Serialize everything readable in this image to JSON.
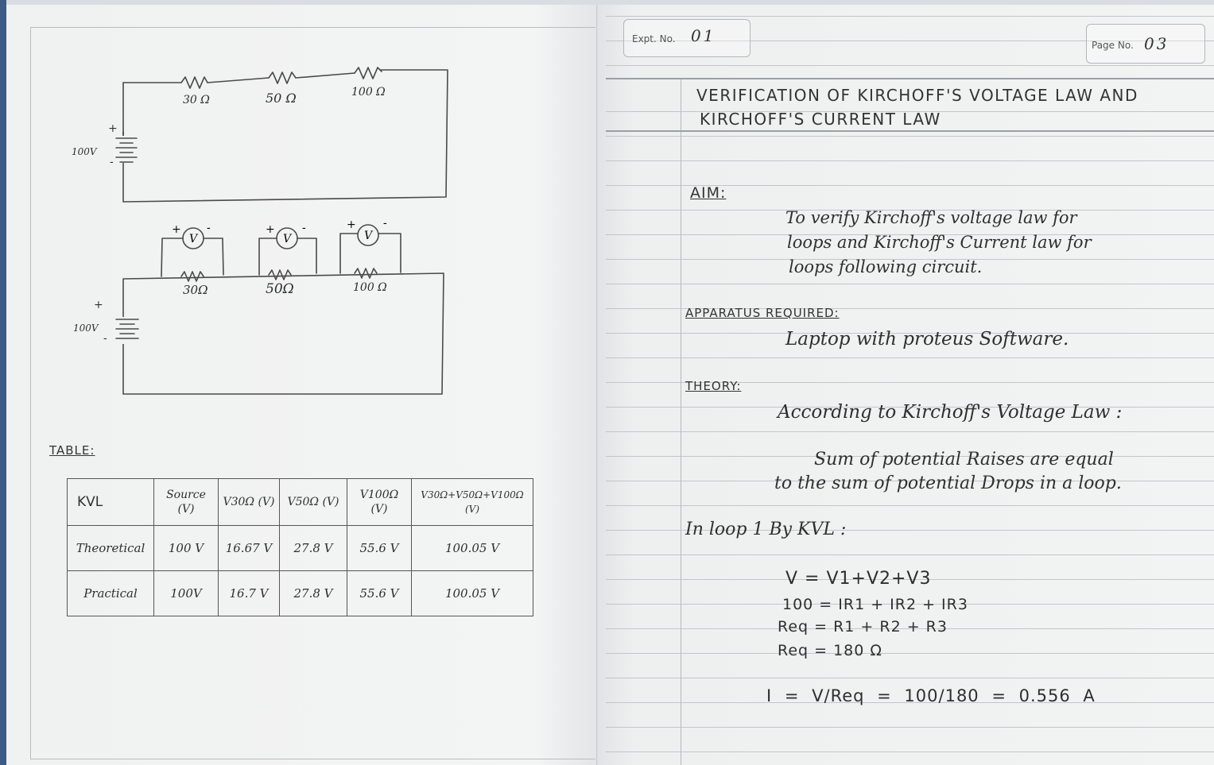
{
  "circuit1": {
    "resistors": [
      "30 Ω",
      "50 Ω",
      "100 Ω"
    ],
    "source": "100V",
    "plus": "+",
    "minus": "-"
  },
  "circuit2": {
    "resistors": [
      "30Ω",
      "50Ω",
      "100 Ω"
    ],
    "source": "100V",
    "plus": "+",
    "minus": "-",
    "meter_symbol": "V",
    "meter_plus": "+",
    "meter_minus": "-"
  },
  "table": {
    "title": "TABLE:",
    "headers": [
      "KVL",
      "Source (V)",
      "V30Ω (V)",
      "V50Ω (V)",
      "V100Ω (V)",
      "V30Ω+V50Ω+V100Ω (V)"
    ],
    "rows": [
      [
        "Theoretical",
        "100 V",
        "16.67 V",
        "27.8 V",
        "55.6 V",
        "100.05 V"
      ],
      [
        "Practical",
        "100V",
        "16.7 V",
        "27.8 V",
        "55.6 V",
        "100.05 V"
      ]
    ]
  },
  "header": {
    "expt_label": "Expt. No.",
    "expt_no": "01",
    "page_label": "Page No.",
    "page_no": "03"
  },
  "title": {
    "line1": "VERIFICATION OF KIRCHOFF'S VOLTAGE LAW AND",
    "line2": "KIRCHOFF'S CURRENT LAW"
  },
  "aim": {
    "heading": "AIM:",
    "lines": [
      "To verify Kirchoff's voltage law for",
      "loops and Kirchoff's Current law for",
      "loops following circuit."
    ]
  },
  "apparatus": {
    "heading": "APPARATUS REQUIRED:",
    "text": "Laptop with proteus Software."
  },
  "theory": {
    "heading": "THEORY:",
    "intro": "According to Kirchoff's Voltage Law :",
    "lines": [
      "Sum of potential Raises are equal",
      "to the sum of potential Drops in a loop."
    ]
  },
  "loop": {
    "heading": "In loop 1 By KVL :",
    "equations": [
      "V = V1+V2+V3",
      "100 = IR1 + IR2 + IR3",
      "Req = R1 + R2 + R3",
      "Req = 180 Ω"
    ],
    "current": "I = V/Req = 100/180 = 0.556 A"
  }
}
